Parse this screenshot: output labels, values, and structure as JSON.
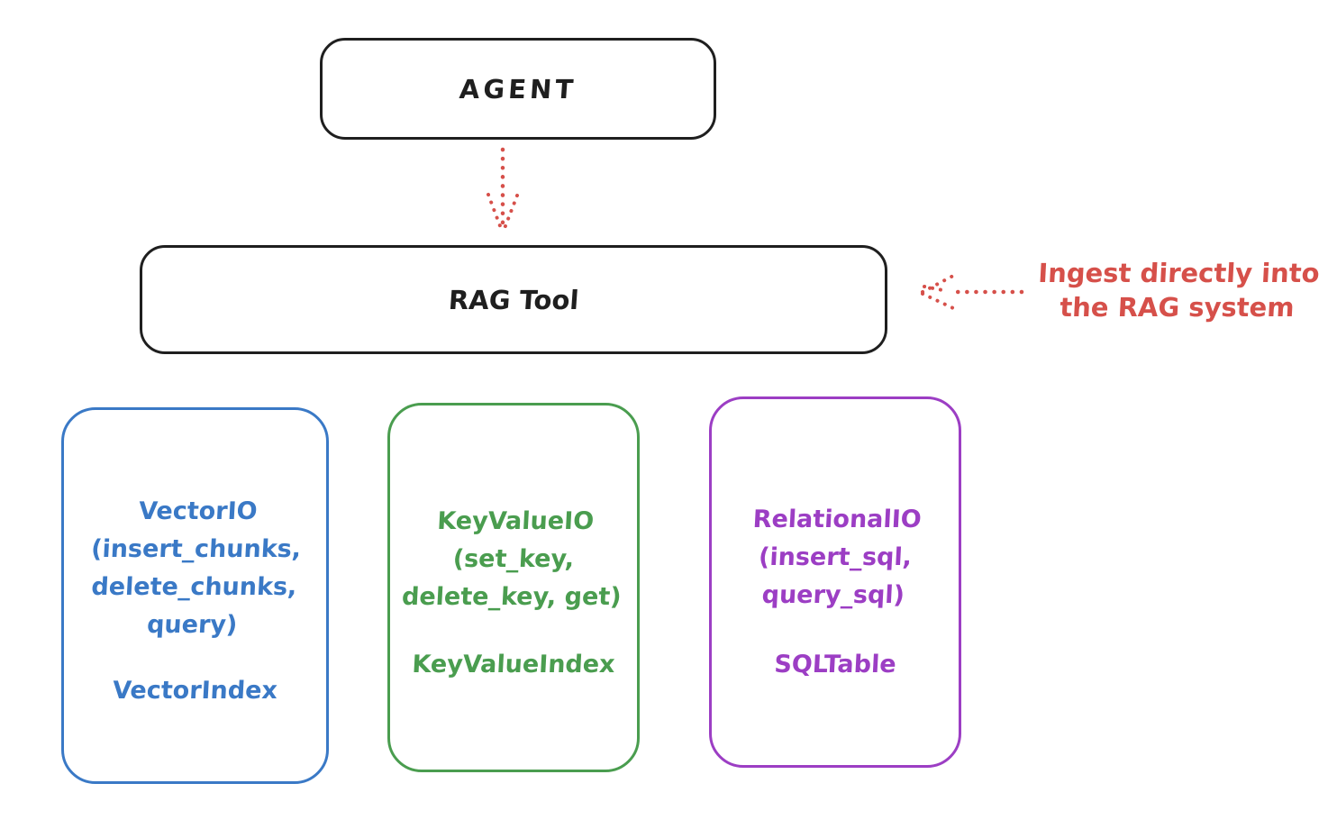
{
  "colors": {
    "ink": "#1f1f1f",
    "arrow_red": "#d6504a",
    "vector_blue": "#3a79c6",
    "keyvalue_green": "#4a9d4f",
    "relational_purple": "#9c3ec4"
  },
  "nodes": {
    "agent": {
      "label": "AGENT"
    },
    "rag_tool": {
      "label": "RAG Tool"
    }
  },
  "annotation": {
    "text": "Ingest directly into\nthe RAG system"
  },
  "arrows": [
    {
      "name": "agent-to-rag-tool",
      "style": "dotted",
      "direction": "down"
    },
    {
      "name": "ingest-into-rag",
      "style": "dotted",
      "direction": "left"
    }
  ],
  "storage_boxes": [
    {
      "name": "vector-io",
      "io_label": "VectorIO\n(insert_chunks,\ndelete_chunks,\nquery)",
      "index_label": "VectorIndex",
      "accent": "#3a79c6"
    },
    {
      "name": "keyvalue-io",
      "io_label": "KeyValueIO\n(set_key,\ndelete_key, get)",
      "index_label": "KeyValueIndex",
      "accent": "#4a9d4f"
    },
    {
      "name": "relational-io",
      "io_label": "RelationalIO\n(insert_sql,\nquery_sql)",
      "index_label": "SQLTable",
      "accent": "#9c3ec4"
    }
  ]
}
